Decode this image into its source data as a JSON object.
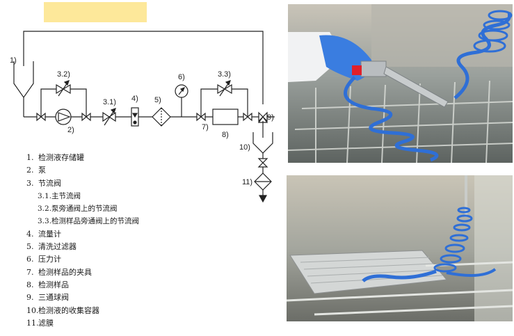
{
  "diagram": {
    "component_labels": {
      "l1": "1)",
      "l2": "2)",
      "l3_1": "3.1)",
      "l3_2": "3.2)",
      "l3_3": "3.3)",
      "l4": "4)",
      "l5": "5)",
      "l6": "6)",
      "l7": "7)",
      "l8": "8)",
      "l9": "9)",
      "l10": "10)",
      "l11": "11)"
    }
  },
  "legend": {
    "items": [
      {
        "num": "1.",
        "text": "检测液存储罐"
      },
      {
        "num": "2.",
        "text": "泵"
      },
      {
        "num": "3.",
        "text": "节流阀"
      },
      {
        "num": "",
        "text": "3.1.主节流阀",
        "sub": true
      },
      {
        "num": "",
        "text": "3.2.泵旁通阀上的节流阀",
        "sub": true
      },
      {
        "num": "",
        "text": "3.3.检测样品旁通阀上的节流阀",
        "sub": true
      },
      {
        "num": "4.",
        "text": "流量计"
      },
      {
        "num": "5.",
        "text": "清洗过滤器"
      },
      {
        "num": "6.",
        "text": "压力计"
      },
      {
        "num": "7.",
        "text": "检测样品的夹具"
      },
      {
        "num": "8.",
        "text": "检测样品"
      },
      {
        "num": "9.",
        "text": "三通球阀"
      },
      {
        "num": "10.",
        "text": "检测液的收集容器"
      },
      {
        "num": "11.",
        "text": "滤膜"
      }
    ]
  },
  "colors": {
    "highlight_band": "#fde89a",
    "line": "#222222",
    "hose_blue": "#2f6fd6",
    "glove_blue": "#3a7de0",
    "clip_red": "#e0202a"
  }
}
